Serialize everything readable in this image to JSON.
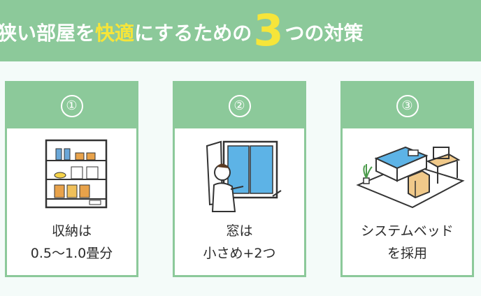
{
  "title": {
    "part1": "狭い部屋を",
    "highlight": "快適",
    "part2": "にするための",
    "number": "3",
    "part3": "つの対策"
  },
  "cards": [
    {
      "number": "①",
      "line1": "収納は",
      "line2": "0.5〜1.0畳分"
    },
    {
      "number": "②",
      "line1": "窓は",
      "line2": "小さめ+2つ"
    },
    {
      "number": "③",
      "line1": "システムベッド",
      "line2": "を採用"
    }
  ],
  "colors": {
    "accent": "#8cc99a",
    "highlight": "#f6e53a",
    "background": "#f4fbf9"
  }
}
